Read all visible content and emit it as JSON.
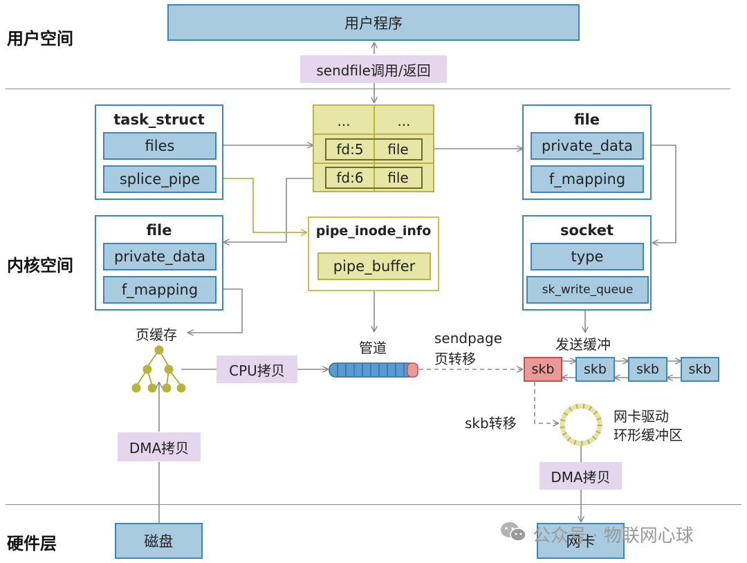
{
  "layers": {
    "user": "用户空间",
    "kernel": "内核空间",
    "hardware": "硬件层"
  },
  "user_program": "用户程序",
  "syscall": "sendfile调用/返回",
  "task_struct": {
    "title": "task_struct",
    "files": "files",
    "splice_pipe": "splice_pipe"
  },
  "fd_table": {
    "dots1": "...",
    "dots2": "...",
    "fd5": "fd:5",
    "file5": "file",
    "fd6": "fd:6",
    "file6": "file"
  },
  "file_right": {
    "title": "file",
    "private_data": "private_data",
    "f_mapping": "f_mapping"
  },
  "file_left": {
    "title": "file",
    "private_data": "private_data",
    "f_mapping": "f_mapping"
  },
  "pipe_inode": {
    "title": "pipe_inode_info",
    "buffer": "pipe_buffer"
  },
  "socket": {
    "title": "socket",
    "type": "type",
    "sk_write_queue": "sk_write_queue"
  },
  "page_cache": "页缓存",
  "pipe_label": "管道",
  "send_buffer": "发送缓冲",
  "sendpage_1": "sendpage",
  "sendpage_2": "页转移",
  "cpu_copy": "CPU拷贝",
  "dma_copy_left": "DMA拷贝",
  "dma_copy_right": "DMA拷贝",
  "skb_move": "skb转移",
  "skbs": [
    "skb",
    "skb",
    "skb",
    "skb"
  ],
  "nic_ring_1": "网卡驱动",
  "nic_ring_2": "环形缓冲区",
  "disk": "磁盘",
  "nic": "网卡",
  "watermark": "公众号 · 物联网心球",
  "colors": {
    "blue_fill": "#a8cbe0",
    "blue_border": "#3d86b5",
    "olive_fill": "#e6e6a6",
    "olive_border": "#b7b540",
    "purple_fill": "#e4d6ec",
    "red_fill": "#e99a96"
  }
}
